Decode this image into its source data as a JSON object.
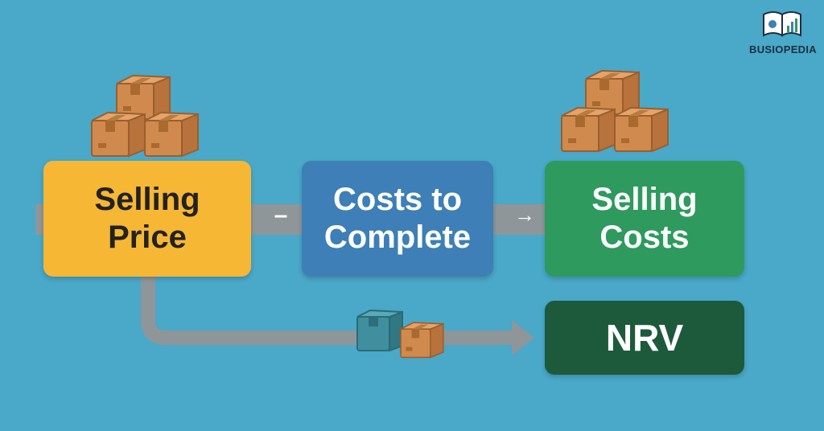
{
  "brand": {
    "logo_text": "BUSIOPEDIA"
  },
  "diagram": {
    "boxes": {
      "selling_price": {
        "lines": [
          "Selling",
          "Price"
        ]
      },
      "costs_to_complete": {
        "lines": [
          "Costs to",
          "Complete"
        ]
      },
      "selling_costs": {
        "lines": [
          "Selling",
          "Costs"
        ]
      },
      "nrv": {
        "lines": [
          "NRV"
        ]
      }
    },
    "operators": {
      "minus": "–",
      "arrow": "→"
    }
  },
  "colors": {
    "background": "#4aa8c8",
    "selling_price": "#f6b735",
    "costs_to_complete": "#3d7fb6",
    "selling_costs": "#2e9a5e",
    "nrv": "#1d5a3c",
    "connector": "#8e969a",
    "box_brown": "#d08a4e",
    "box_teal": "#3f8f9e"
  }
}
